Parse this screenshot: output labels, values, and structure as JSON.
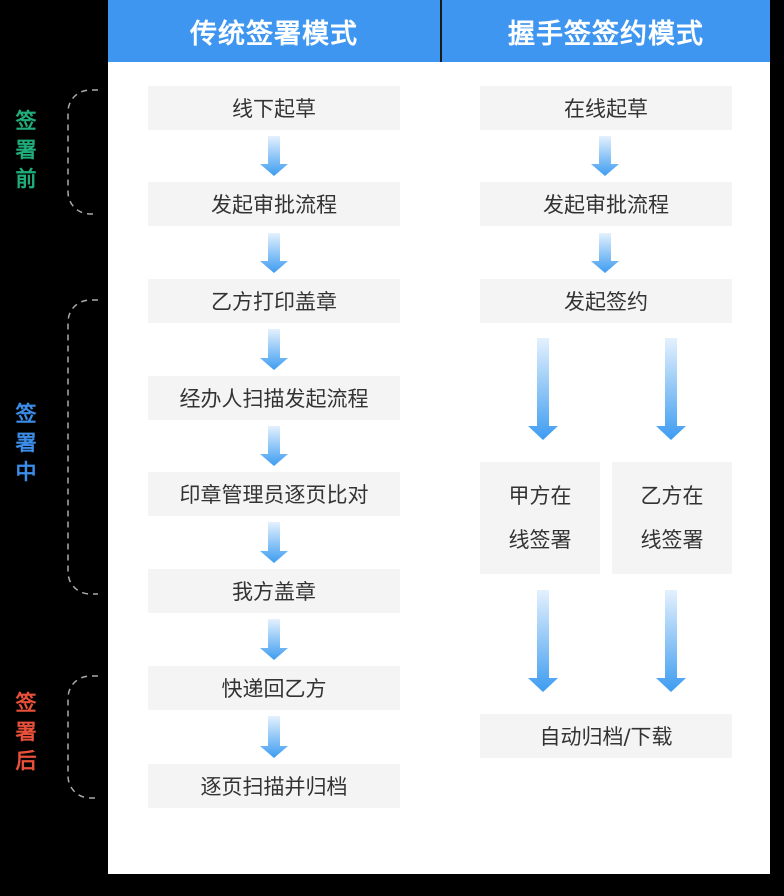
{
  "headers": {
    "traditional": "传统签署模式",
    "handshake": "握手签签约模式"
  },
  "phases": {
    "before": {
      "chars": [
        "签",
        "署",
        "前"
      ],
      "color": "#1fae7b"
    },
    "during": {
      "chars": [
        "签",
        "署",
        "中"
      ],
      "color": "#3b8de8"
    },
    "after": {
      "chars": [
        "签",
        "署",
        "后"
      ],
      "color": "#e8503a"
    }
  },
  "traditional_steps": [
    "线下起草",
    "发起审批流程",
    "乙方打印盖章",
    "经办人扫描发起流程",
    "印章管理员逐页比对",
    "我方盖章",
    "快递回乙方",
    "逐页扫描并归档"
  ],
  "handshake_steps": {
    "draft": "在线起草",
    "approval": "发起审批流程",
    "initiate": "发起签约",
    "party_a": [
      "甲方在",
      "线签署"
    ],
    "party_b": [
      "乙方在",
      "线签署"
    ],
    "archive": "自动归档/下载"
  },
  "colors": {
    "header_bg": "#3e96f0",
    "arrow_top": "#e4f1fd",
    "arrow_bottom": "#3d9cf1",
    "box_bg": "#f4f4f4"
  }
}
